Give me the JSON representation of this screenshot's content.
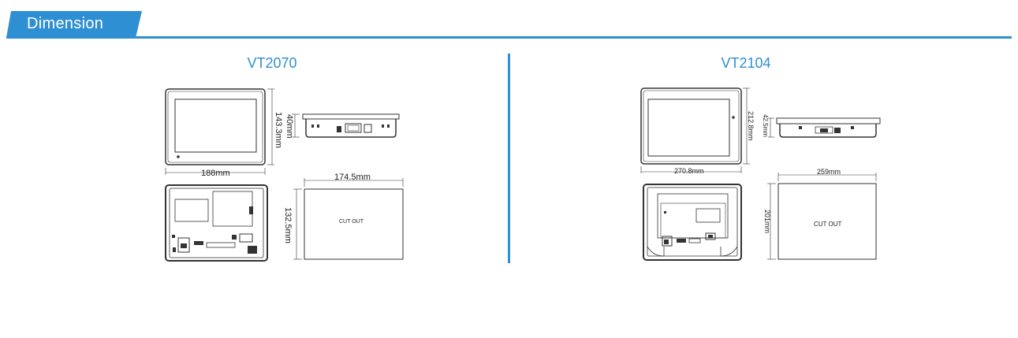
{
  "header": {
    "title": "Dimension"
  },
  "colors": {
    "accent": "#2f8fd3",
    "outline": "#333333"
  },
  "models": [
    {
      "name": "VT2070",
      "dims": {
        "width": "188mm",
        "height": "143.3mm",
        "depth": "40mm",
        "cutout_width": "174.5mm",
        "cutout_height": "132.5mm"
      },
      "cutout_label": "CUT OUT"
    },
    {
      "name": "VT2104",
      "dims": {
        "width": "270.8mm",
        "height": "212.8mm",
        "depth": "42.5mm",
        "cutout_width": "259mm",
        "cutout_height": "201mm"
      },
      "cutout_label": "CUT OUT"
    }
  ]
}
